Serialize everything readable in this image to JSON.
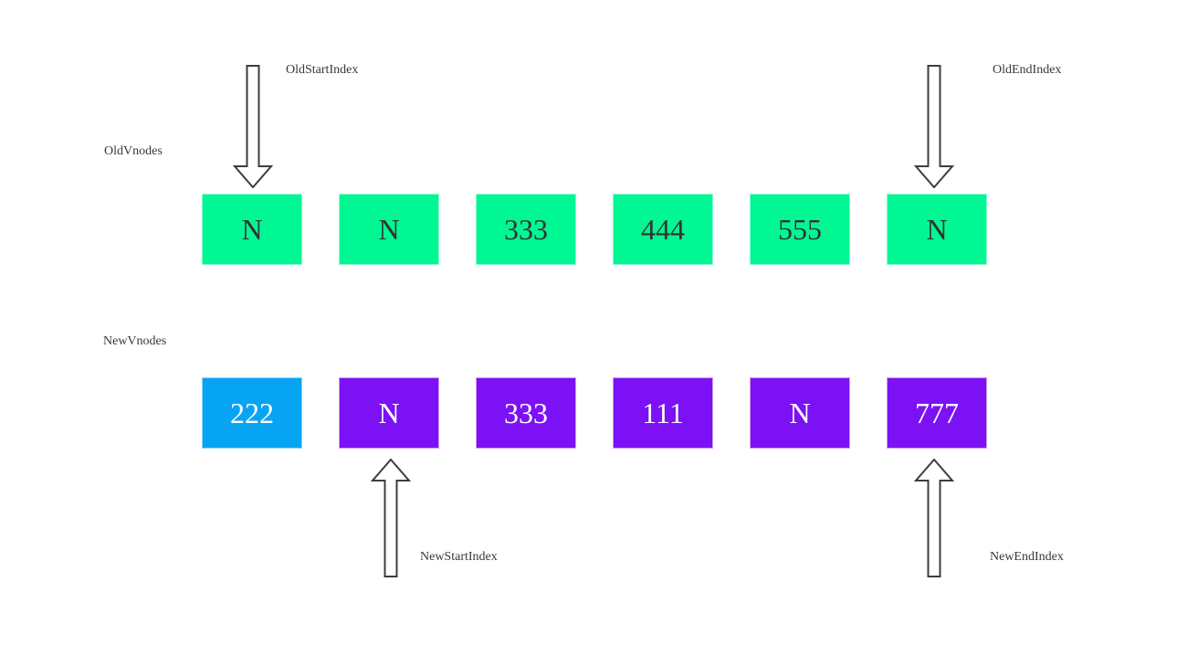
{
  "diagram": {
    "background": "#ffffff",
    "labels": {
      "old_vnodes": "OldVnodes",
      "new_vnodes": "NewVnodes",
      "old_start_index": "OldStartIndex",
      "old_end_index": "OldEndIndex",
      "new_start_index": "NewStartIndex",
      "new_end_index": "NewEndIndex"
    },
    "rows": {
      "old": {
        "name": "OldVnodes",
        "cells": [
          {
            "label": "N",
            "color": "green"
          },
          {
            "label": "N",
            "color": "green"
          },
          {
            "label": "333",
            "color": "green"
          },
          {
            "label": "444",
            "color": "green"
          },
          {
            "label": "555",
            "color": "green"
          },
          {
            "label": "N",
            "color": "green"
          }
        ]
      },
      "new": {
        "name": "NewVnodes",
        "cells": [
          {
            "label": "222",
            "color": "blue"
          },
          {
            "label": "N",
            "color": "purple"
          },
          {
            "label": "333",
            "color": "purple"
          },
          {
            "label": "111",
            "color": "purple"
          },
          {
            "label": "N",
            "color": "purple"
          },
          {
            "label": "777",
            "color": "purple"
          }
        ]
      }
    },
    "pointers": [
      {
        "label": "OldStartIndex",
        "direction": "down",
        "points_to": "old row, first cell"
      },
      {
        "label": "OldEndIndex",
        "direction": "down",
        "points_to": "old row, last cell"
      },
      {
        "label": "NewStartIndex",
        "direction": "up",
        "points_to": "new row, second cell"
      },
      {
        "label": "NewEndIndex",
        "direction": "up",
        "points_to": "new row, last cell"
      }
    ],
    "colors": {
      "green": "#00f794",
      "green_border": "#8bf9cd",
      "blue": "#08a4f4",
      "blue_border": "#90d2f8",
      "purple": "#7b11f4",
      "purple_border": "#d49be9",
      "arrow_stroke": "#3d3d3d",
      "arrow_fill": "#ffffff",
      "text_dark": "#333333",
      "text_light": "#ffffff",
      "label_text": "#383838"
    }
  }
}
